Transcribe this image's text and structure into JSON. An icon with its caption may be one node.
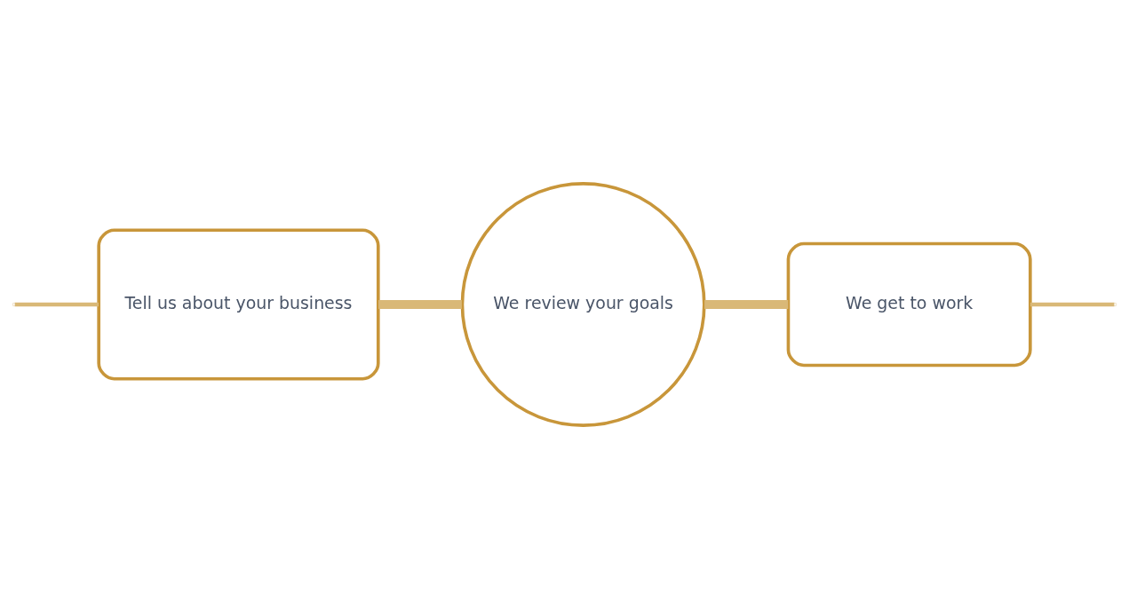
{
  "diagram": {
    "nodes": [
      {
        "text": [
          "Tell us about your business"
        ]
      },
      {
        "text": [
          "We review your goals"
        ]
      },
      {
        "text": [
          "We get to work"
        ]
      }
    ],
    "edges": [
      {
        "from": null,
        "to": 0,
        "arrow": "none"
      },
      {
        "from": 0,
        "to": 1,
        "arrow": "none",
        "style": "thick"
      },
      {
        "from": 1,
        "to": 2,
        "arrow": "none",
        "style": "thick"
      },
      {
        "from": 2,
        "to": null,
        "arrow": "none"
      }
    ]
  }
}
